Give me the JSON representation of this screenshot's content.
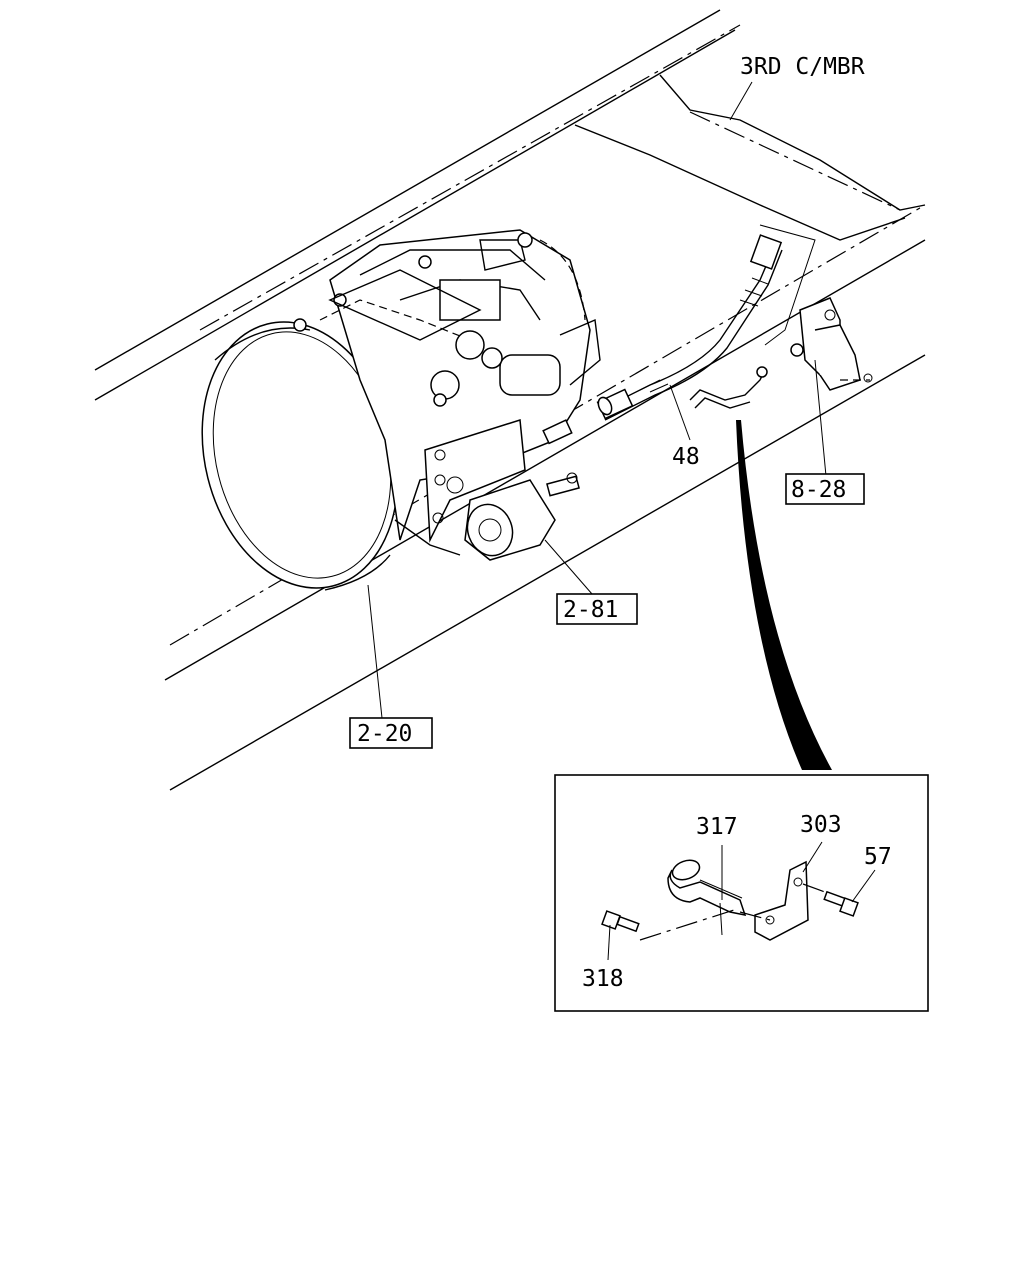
{
  "diagram": {
    "labels": {
      "crossmember": "3RD C/MBR",
      "ref_2_20": "2-20",
      "ref_2_81": "2-81",
      "ref_8_28": "8-28",
      "part_48": "48",
      "part_317": "317",
      "part_303": "303",
      "part_57": "57",
      "part_318": "318"
    }
  }
}
